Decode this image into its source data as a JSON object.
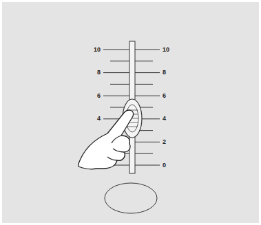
{
  "diagram": {
    "labels": [
      "10",
      "8",
      "6",
      "4",
      "10",
      "8",
      "6",
      "4",
      "2",
      "0"
    ]
  }
}
